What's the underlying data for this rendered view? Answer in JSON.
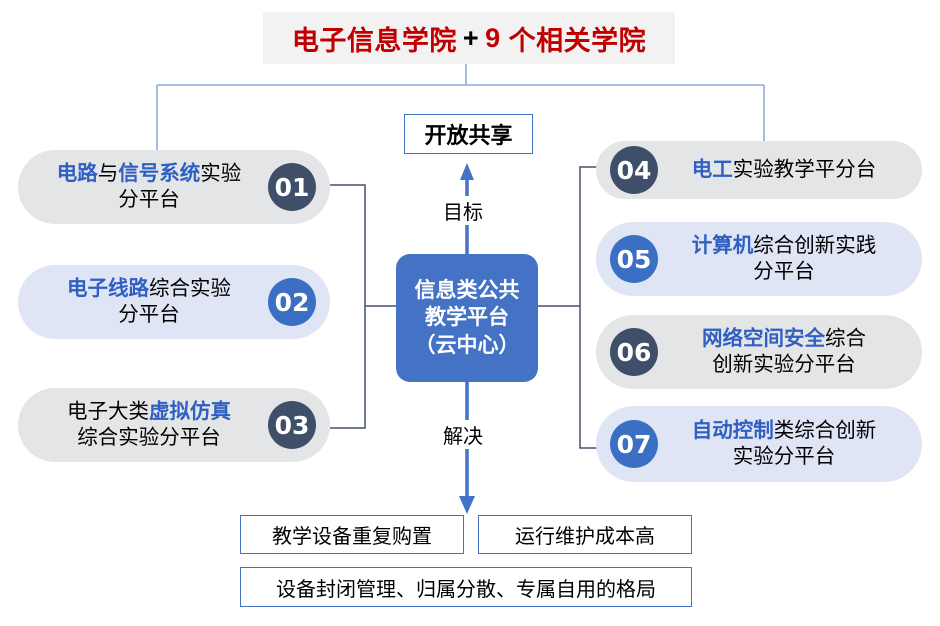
{
  "title": {
    "part_red_1": "电子信息学院",
    "part_plus": "+",
    "part_red_2": "9",
    "part_red_3": "个相关学院"
  },
  "center": {
    "share_label": "开放共享",
    "goal_label": "目标",
    "solve_label": "解决",
    "cloud_line1": "信息类公共",
    "cloud_line2": "教学平台",
    "cloud_line3": "（云中心）"
  },
  "left_platforms": [
    {
      "number": "01",
      "badge_color": "dark",
      "bg": "gray",
      "line1_hi_a": "电路",
      "line1_mid": "与",
      "line1_hi_b": "信号系统",
      "line1_tail": "实验",
      "line2": "分平台"
    },
    {
      "number": "02",
      "badge_color": "blue",
      "bg": "lav",
      "line1_hi_a": "电子线路",
      "line1_mid": "",
      "line1_hi_b": "",
      "line1_tail": "综合实验",
      "line2": "分平台"
    },
    {
      "number": "03",
      "badge_color": "dark",
      "bg": "gray",
      "line1_hi_a": "",
      "line1_mid": "电子大类",
      "line1_hi_b": "虚拟仿真",
      "line1_tail": "",
      "line2": "综合实验分平台"
    }
  ],
  "right_platforms": [
    {
      "number": "04",
      "badge_color": "dark",
      "bg": "gray",
      "hi": "电工",
      "tail": "实验教学平分台",
      "line2": ""
    },
    {
      "number": "05",
      "badge_color": "blue",
      "bg": "lav",
      "hi": "计算机",
      "tail": "综合创新实践",
      "line2": "分平台"
    },
    {
      "number": "06",
      "badge_color": "dark",
      "bg": "gray",
      "hi": "网络空间安全",
      "tail": "综合",
      "line2": "创新实验分平台"
    },
    {
      "number": "07",
      "badge_color": "blue",
      "bg": "lav",
      "hi": "自动控制",
      "tail": "类综合创新",
      "line2": "实验分平台"
    }
  ],
  "problems": [
    "教学设备重复购置",
    "运行维护成本高",
    "设备封闭管理、归属分散、专属自用的格局"
  ],
  "colors": {
    "title_red": "#c00000",
    "title_bg": "#f2f2f2",
    "accent_blue": "#4472c4",
    "highlight_blue": "#2f5fc0",
    "badge_dark": "#3f4f69",
    "badge_blue": "#3b6fc4",
    "pill_gray": "#e4e5e7",
    "pill_lavender": "#dfe5f5",
    "wire_blue": "#8faadc",
    "bracket_navy": "#44546a"
  }
}
